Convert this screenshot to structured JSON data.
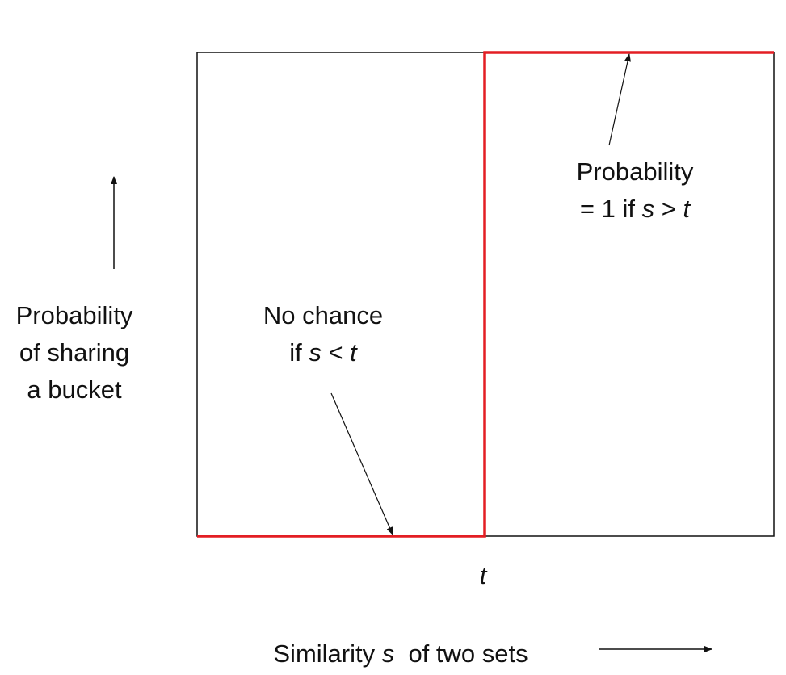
{
  "colors": {
    "box": "#111111",
    "step": "#e31e24",
    "arrow": "#111111",
    "text": "#111111"
  },
  "y_axis": {
    "label_lines": [
      "Probability",
      "of sharing",
      "a bucket"
    ]
  },
  "x_axis": {
    "label_prefix": "Similarity ",
    "label_var": "s",
    "label_suffix": "  of two sets"
  },
  "threshold": {
    "label": "t"
  },
  "annotations": {
    "left": {
      "line1": "No chance",
      "line2_prefix": "if ",
      "line2_var_a": "s",
      "line2_op": " < ",
      "line2_var_b": "t"
    },
    "right": {
      "line1": "Probability",
      "line2_prefix": "= 1 if ",
      "line2_var_a": "s",
      "line2_op": " > ",
      "line2_var_b": "t"
    }
  }
}
